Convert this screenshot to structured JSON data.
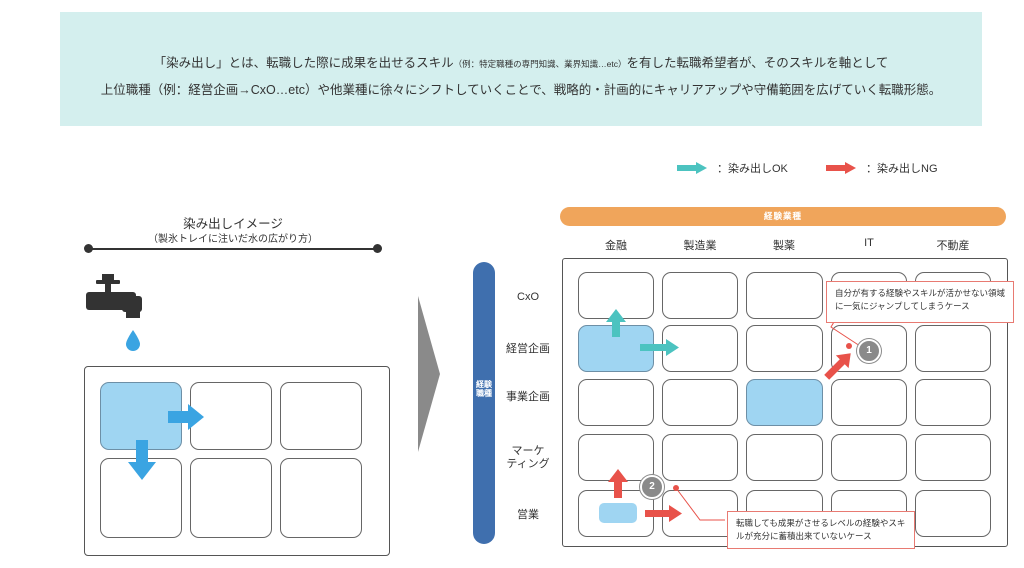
{
  "intro": {
    "line1_a": "「染み出し」とは、転職した際に成果を出せるスキル",
    "line1_small": "（例：特定職種の専門知識、業界知識…etc）",
    "line1_b": "を有した転職希望者が、そのスキルを軸として",
    "line2": "上位職種（例：経営企画→CxO…etc）や他業種に徐々にシフトしていくことで、戦略的・計画的にキャリアアップや守備範囲を広げていく転職形態。"
  },
  "legend": {
    "ok_label": "：染み出しOK",
    "ng_label": "：染み出しNG",
    "ok_color": "#4cc3c0",
    "ng_color": "#e8524a"
  },
  "ice_tray": {
    "title": "染み出しイメージ",
    "subtitle": "（製氷トレイに注いだ水の広がり方）",
    "faucet_icon": "faucet-icon",
    "drop_icon": "water-drop-icon",
    "water_color": "#9fd5f2",
    "arrow_color": "#3aa4e2"
  },
  "matrix": {
    "industry_bar_label": "経験業種",
    "industry_bar_color": "#f0a55b",
    "job_bar_label": "経験職種",
    "job_bar_color": "#3f6fae",
    "columns": [
      "金融",
      "製造業",
      "製薬",
      "IT",
      "不動産"
    ],
    "rows": [
      {
        "label": "CxO"
      },
      {
        "label": "経営企画"
      },
      {
        "label": "事業企画"
      },
      {
        "label": "マーケ\nティング"
      },
      {
        "label": "営業"
      }
    ]
  },
  "callouts": {
    "case1_text": "自分が有する経験やスキルが活かせない領域に一気にジャンプしてしまうケース",
    "case1_number": "1",
    "case2_text": "転職しても成果がさせるレベルの経験やスキルが充分に蓄積出来ていないケース",
    "case2_number": "2"
  }
}
